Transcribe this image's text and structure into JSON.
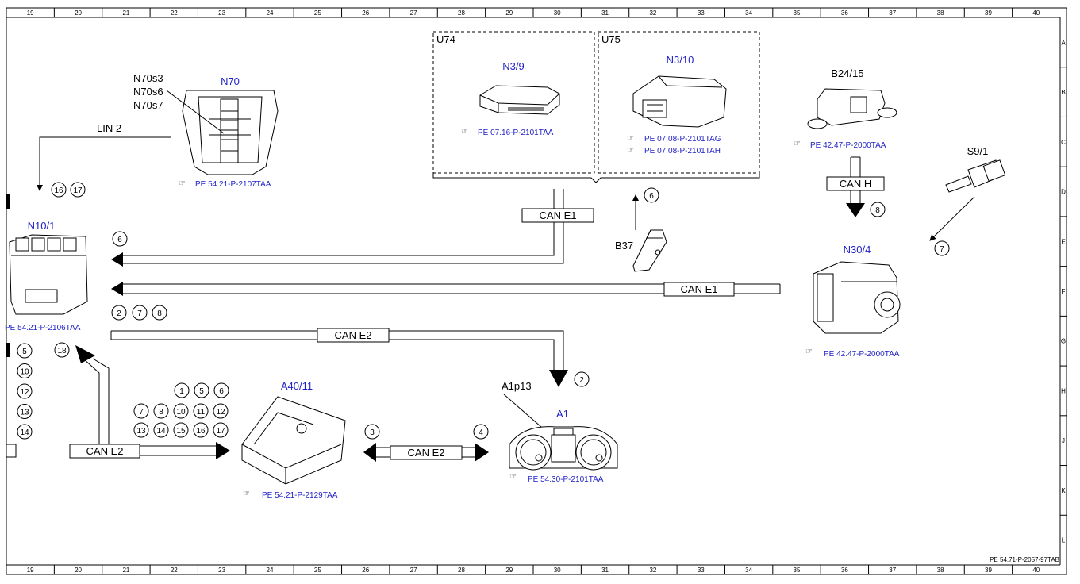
{
  "ruler": {
    "columns": [
      "19",
      "20",
      "21",
      "22",
      "23",
      "24",
      "25",
      "26",
      "27",
      "28",
      "29",
      "30",
      "31",
      "32",
      "33",
      "34",
      "35",
      "36",
      "37",
      "38",
      "39",
      "40"
    ],
    "rows": [
      "A",
      "B",
      "C",
      "D",
      "E",
      "F",
      "G",
      "H",
      "J",
      "K",
      "L"
    ]
  },
  "footer_code": "PE 54.71-P-2057-97TAB",
  "groups": {
    "u74": "U74",
    "u75": "U75"
  },
  "components": {
    "n70": {
      "id": "N70",
      "subs": [
        "N70s3",
        "N70s6",
        "N70s7"
      ],
      "ref": "PE 54.21-P-2107TAA"
    },
    "n3_9": {
      "id": "N3/9",
      "ref": "PE 07.16-P-2101TAA"
    },
    "n3_10": {
      "id": "N3/10",
      "refs": [
        "PE 07.08-P-2101TAG",
        "PE 07.08-P-2101TAH"
      ]
    },
    "b24_15": {
      "id": "B24/15",
      "ref": "PE 42.47-P-2000TAA"
    },
    "s9_1": {
      "id": "S9/1"
    },
    "n10_1": {
      "id": "N10/1",
      "ref": "PE 54.21-P-2106TAA"
    },
    "b37": {
      "id": "B37"
    },
    "n30_4": {
      "id": "N30/4",
      "ref": "PE 42.47-P-2000TAA"
    },
    "a40_11": {
      "id": "A40/11",
      "ref": "PE 54.21-P-2129TAA"
    },
    "a1": {
      "id": "A1",
      "sub": "A1p13",
      "ref": "PE 54.30-P-2101TAA"
    }
  },
  "buses": {
    "lin2": "LIN 2",
    "can_e1_top": "CAN E1",
    "can_e1_mid": "CAN E1",
    "can_e2_top": "CAN E2",
    "can_e2_left": "CAN E2",
    "can_e2_bottom": "CAN E2",
    "can_h": "CAN H"
  },
  "markers": {
    "m16": "16",
    "m17": "17",
    "m6_left": "6",
    "m6_b37": "6",
    "m2a": "2",
    "m7a": "7",
    "m8a": "8",
    "m8_canh": "8",
    "m7_s9": "7",
    "m2_down": "2",
    "m18": "18",
    "left_col": [
      "5",
      "10",
      "12",
      "13",
      "14"
    ],
    "grid_row1": [
      "1",
      "5",
      "6"
    ],
    "grid_row2": [
      "7",
      "8",
      "10",
      "11",
      "12"
    ],
    "grid_row3": [
      "13",
      "14",
      "15",
      "16",
      "17"
    ],
    "m3": "3",
    "m4": "4"
  }
}
